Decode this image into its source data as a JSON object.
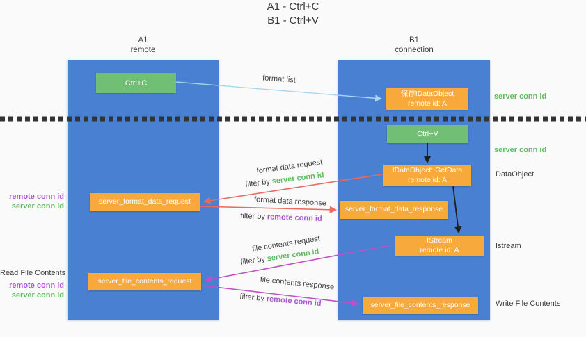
{
  "title": {
    "line1": "A1 - Ctrl+C",
    "line2": "B1 - Ctrl+V"
  },
  "columns": {
    "a1": {
      "name": "A1",
      "subtitle": "remote"
    },
    "b1": {
      "name": "B1",
      "subtitle": "connection"
    }
  },
  "nodes": {
    "ctrl_c": {
      "label": "Ctrl+C"
    },
    "ctrl_v": {
      "label": "Ctrl+V"
    },
    "save_dataobject": {
      "line1": "保存IDataObject",
      "line2": "remote id: A"
    },
    "getdata": {
      "line1": "IDataObject::GetData",
      "line2": "remote id: A"
    },
    "istream": {
      "line1": "IStream",
      "line2": "remote id: A"
    },
    "format_request": {
      "label": "server_format_data_request"
    },
    "format_response": {
      "label": "server_format_data_response"
    },
    "file_request": {
      "label": "server_file_contents_request"
    },
    "file_response": {
      "label": "server_file_contents_response"
    }
  },
  "side_labels": {
    "server_conn_id_top": "server conn id",
    "server_conn_id_mid": "server conn id",
    "dataobject": "DataObject",
    "istream": "Istream",
    "write_file_contents": "Write File Contents",
    "read_file_contents": "Read File Contents",
    "left_mid": {
      "remote_conn_id": "remote conn id",
      "server_conn_id": "server conn id"
    },
    "left_bottom": {
      "remote_conn_id": "remote conn id",
      "server_conn_id": "server conn id"
    }
  },
  "arrows": {
    "format_list": {
      "label": "format list"
    },
    "format_data_request": {
      "label": "format data request",
      "filter_prefix": "filter by ",
      "filter_key": "server conn id"
    },
    "format_data_response": {
      "label": "format data response",
      "filter_prefix": "filter by ",
      "filter_key": "remote conn id"
    },
    "file_contents_request": {
      "label": "file contents request",
      "filter_prefix": "filter by ",
      "filter_key": "server conn id"
    },
    "file_contents_response": {
      "label": "file contents response",
      "filter_prefix": "filter by ",
      "filter_key": "remote conn id"
    }
  },
  "colors": {
    "background": "#fafafa",
    "column_blue": "#4a80d2",
    "action_green": "#70bf74",
    "node_orange": "#f8a93b",
    "id_green": "#5fba63",
    "id_purple": "#ac57d4",
    "arrow_red": "#ea6a5e",
    "arrow_light_blue": "#a9d5f1",
    "arrow_magenta": "#bf50c6",
    "arrow_black": "#1e1e1e",
    "text_dark": "#3d3d3d"
  }
}
